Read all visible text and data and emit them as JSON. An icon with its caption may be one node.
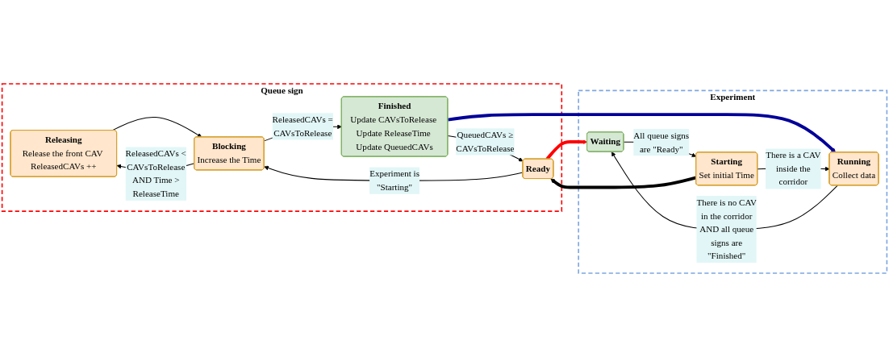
{
  "diagram": {
    "nodes": [
      {
        "text": [
          "Queue sign"
        ]
      },
      {
        "text": [
          "Releasing",
          "Release the front CAV ReleasedCAVs ++"
        ],
        "in": 0
      },
      {
        "text": [
          "Blocking",
          "Increase the Time"
        ],
        "in": 0
      },
      {
        "text": [
          "Finished",
          "Update CAVsToRelease Update ReleaseTime Update QueuedCAVs"
        ],
        "in": 0
      },
      {
        "text": [
          "Ready"
        ],
        "in": 0
      },
      {
        "text": [
          "Experiment"
        ]
      },
      {
        "text": [
          "Starting",
          "Set initial Time"
        ],
        "in": 5
      },
      {
        "text": [
          "Waiting"
        ],
        "in": 5
      },
      {
        "text": [
          "Running",
          "Collect data"
        ],
        "in": 5
      }
    ],
    "edges": [
      {
        "from": 2,
        "to": 1,
        "arrow": "to",
        "label": "ReleasedCAVs < CAVsToRelease AND Time > ReleaseTime"
      },
      {
        "from": 1,
        "to": 2,
        "arrow": "to"
      },
      {
        "from": 2,
        "to": 3,
        "arrow": "to",
        "label": "ReleasedCAVs = CAVsToRelease"
      },
      {
        "from": 3,
        "to": 4,
        "arrow": "to",
        "label": "QueuedCAVs ≥ CAVsToRelease"
      },
      {
        "from": 4,
        "to": 2,
        "arrow": "to",
        "label": "Experiment is \"Starting\""
      },
      {
        "from": 6,
        "to": 4,
        "arrow": "to",
        "style": "thick"
      },
      {
        "from": 4,
        "to": 7,
        "arrow": "to",
        "style": "thick",
        "color": "#ff0000"
      },
      {
        "from": 3,
        "to": 8,
        "arrow": "to",
        "style": "thick",
        "color": "#000099"
      },
      {
        "from": 7,
        "to": 6,
        "arrow": "to",
        "label": "All queue signs are \"Ready\""
      },
      {
        "from": 6,
        "to": 8,
        "arrow": "to",
        "label": "There is a CAV inside the corridor"
      },
      {
        "from": 8,
        "to": 7,
        "arrow": "to",
        "label": "There is no CAV in the corridor AND all queue signs are \"Finished\""
      }
    ]
  }
}
